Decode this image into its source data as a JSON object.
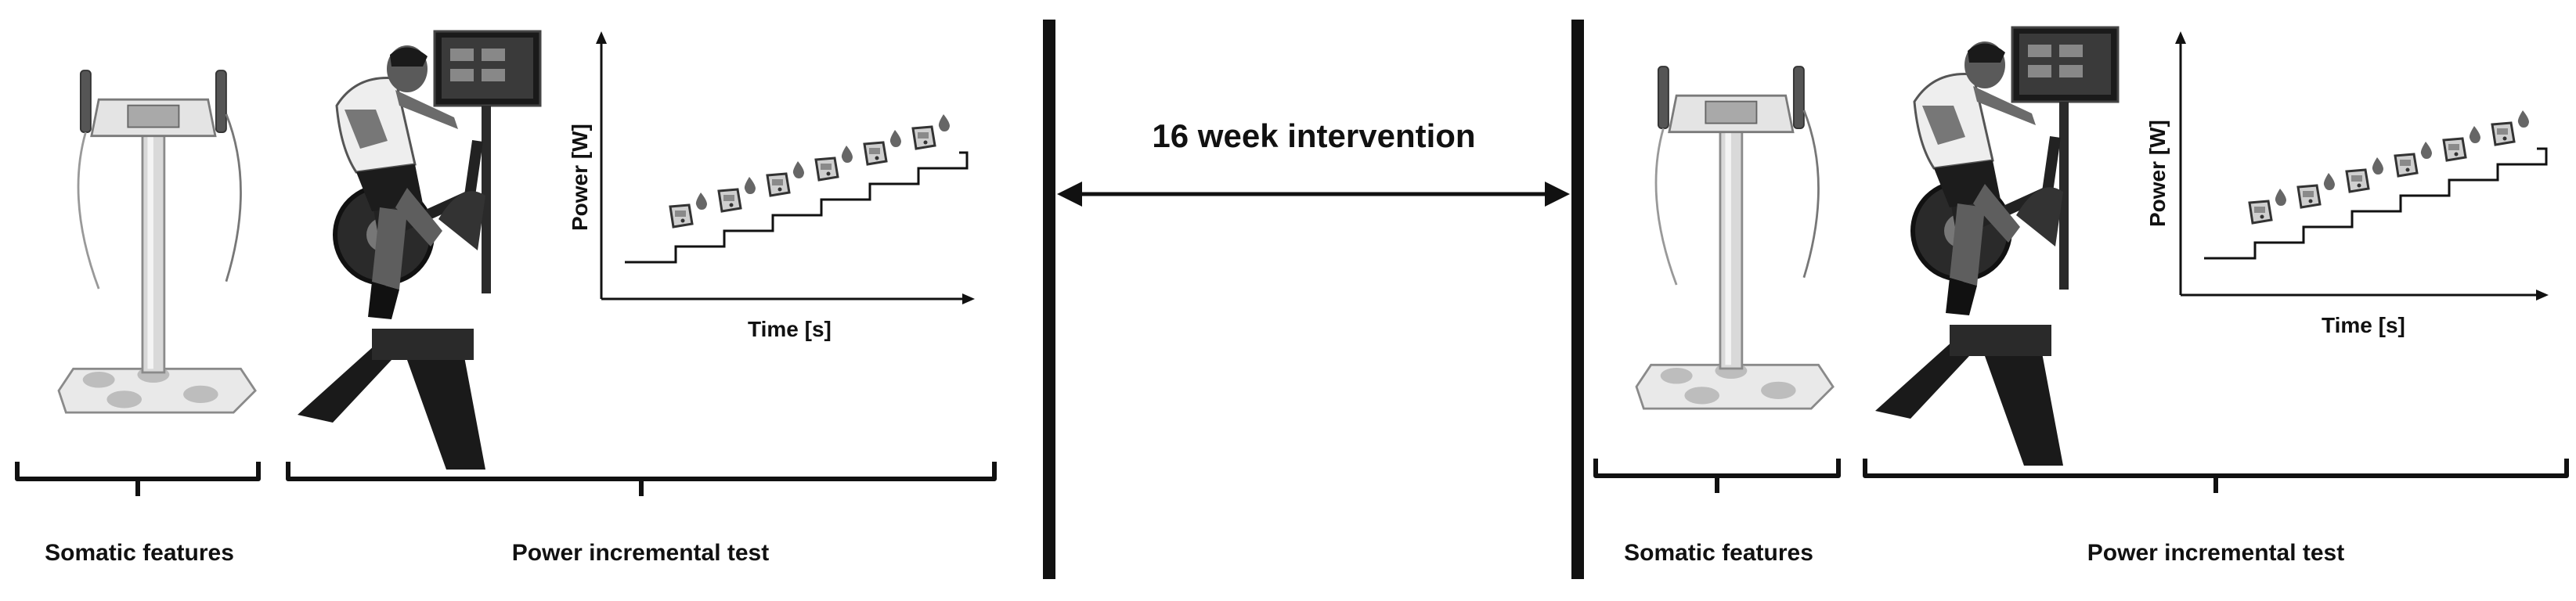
{
  "intervention_label": "16 week intervention",
  "panels": [
    {
      "somatic_label": "Somatic features",
      "test_label": "Power incremental test",
      "chart_ylabel": "Power [W]",
      "chart_xlabel": "Time [s]"
    },
    {
      "somatic_label": "Somatic features",
      "test_label": "Power incremental test",
      "chart_ylabel": "Power [W]",
      "chart_xlabel": "Time [s]"
    }
  ],
  "icons": {
    "scale": "body-composition-analyzer-icon",
    "cyclist": "cyclist-on-ergometer-icon",
    "lactate": "lactate-analyzer-icon",
    "drop": "blood-drop-icon"
  },
  "colors": {
    "ink": "#111111",
    "device": "#cfcfcf",
    "skin": "#6b6b6b"
  }
}
